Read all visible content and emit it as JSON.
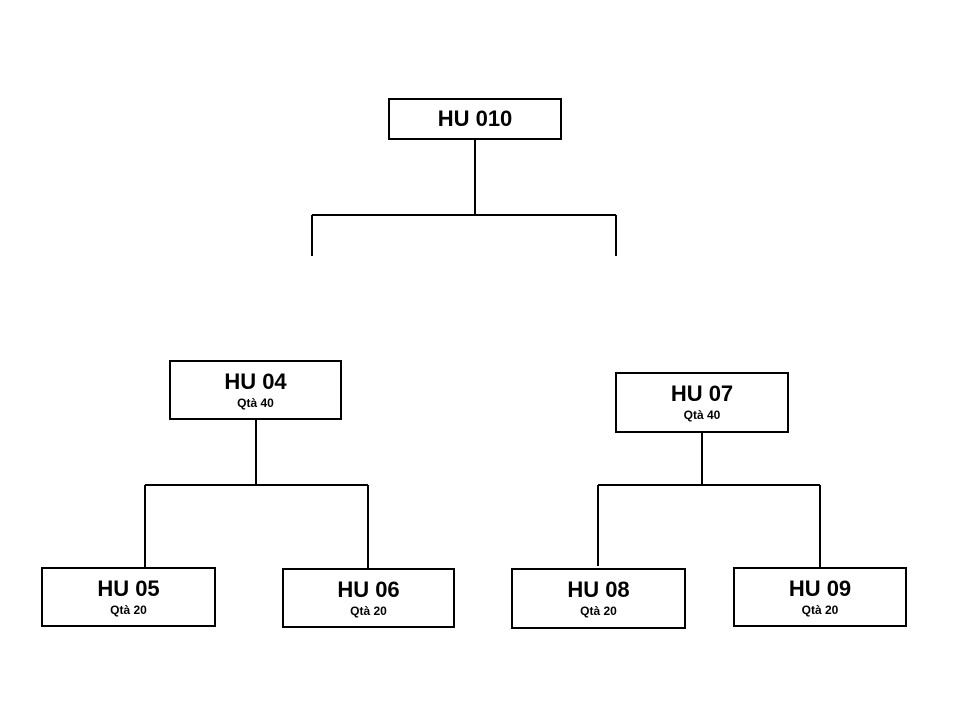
{
  "nodes": {
    "hu010": {
      "title": "HU 010",
      "qty": ""
    },
    "hu04": {
      "title": "HU 04",
      "qty": "Qtà 40"
    },
    "hu07": {
      "title": "HU 07",
      "qty": "Qtà 40"
    },
    "hu05": {
      "title": "HU 05",
      "qty": "Qtà 20"
    },
    "hu06": {
      "title": "HU 06",
      "qty": "Qtà 20"
    },
    "hu08": {
      "title": "HU 08",
      "qty": "Qtà 20"
    },
    "hu09": {
      "title": "HU 09",
      "qty": "Qtà 20"
    }
  },
  "colors": {
    "line": "#000000",
    "box_border": "#000000",
    "text": "#000000",
    "background": "#ffffff"
  }
}
